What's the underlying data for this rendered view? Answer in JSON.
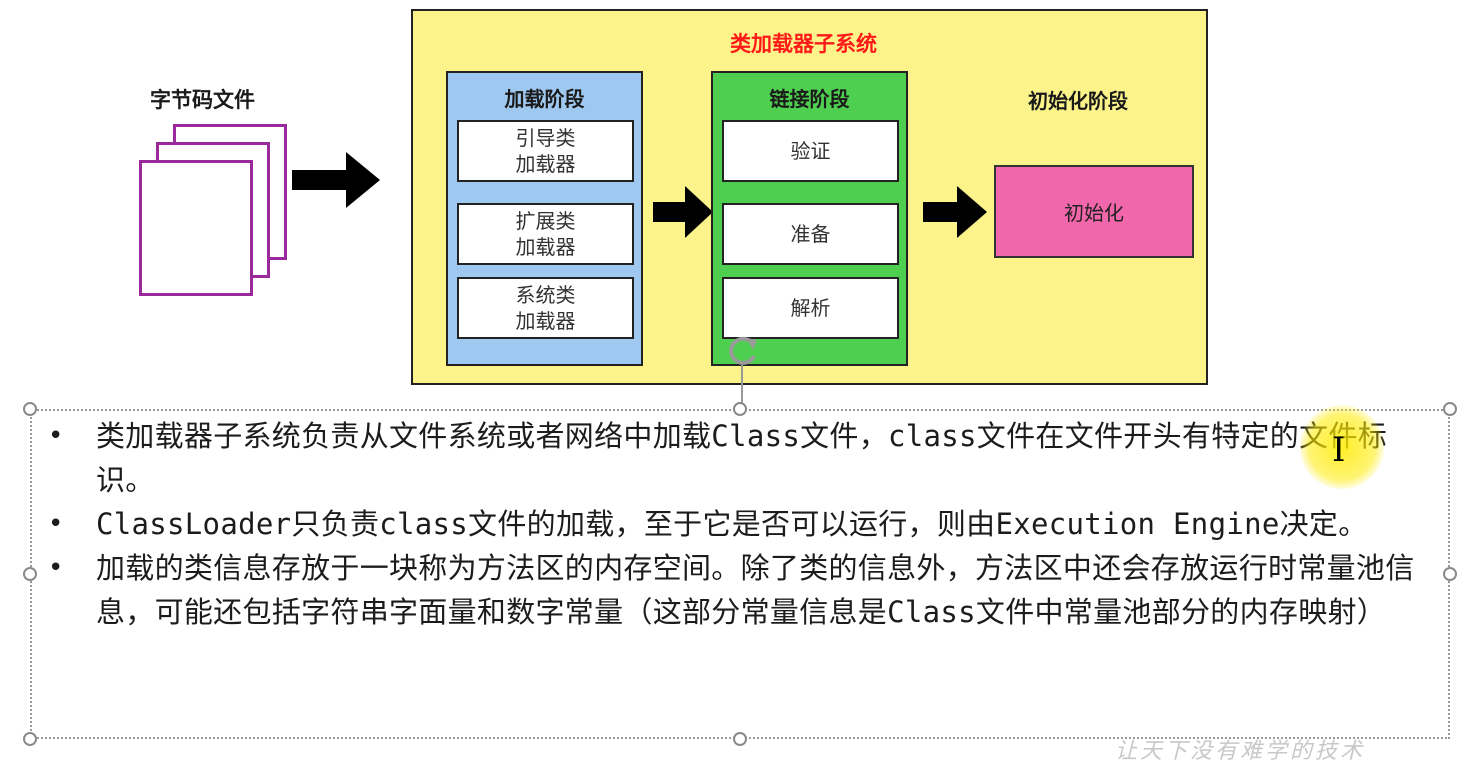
{
  "diagram": {
    "bytecode_label": "字节码文件",
    "subsystem_title": "类加载器子系统",
    "load_stage": {
      "title": "加载阶段",
      "items": [
        {
          "line1": "引导类",
          "line2": "加载器"
        },
        {
          "line1": "扩展类",
          "line2": "加载器"
        },
        {
          "line1": "系统类",
          "line2": "加载器"
        }
      ]
    },
    "link_stage": {
      "title": "链接阶段",
      "items": [
        "验证",
        "准备",
        "解析"
      ]
    },
    "init_stage": {
      "title": "初始化阶段",
      "box": "初始化"
    },
    "colors": {
      "subsystem_bg": "#fcf48a",
      "title_red": "#ff1a1a",
      "load_bg": "#9fc8f0",
      "link_bg": "#4fcf4f",
      "init_bg": "#f267ab",
      "file_border": "#9a2a9a"
    }
  },
  "text_box": {
    "bullets": [
      "类加载器子系统负责从文件系统或者网络中加载Class文件，class文件在文件开头有特定的文件标识。",
      "ClassLoader只负责class文件的加载，至于它是否可以运行，则由Execution Engine决定。",
      "加载的类信息存放于一块称为方法区的内存空间。除了类的信息外，方法区中还会存放运行时常量池信息，可能还包括字符串字面量和数字常量（这部分常量信息是Class文件中常量池部分的内存映射）"
    ],
    "bullet_symbol": "•"
  },
  "watermark": "让天下没有难学的技术"
}
